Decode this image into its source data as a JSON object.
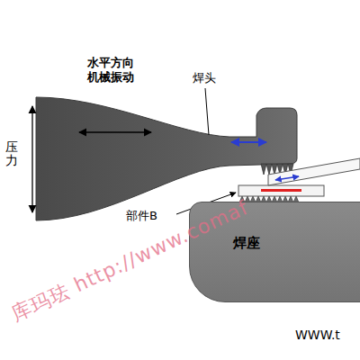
{
  "diagram": {
    "nodes": [
      {
        "text": [
          "焊座"
        ]
      }
    ],
    "labels": [
      "水平方向 机械振动",
      "焊头",
      "压力",
      "部件B",
      "WWW.t",
      "库玛珐 http://www.comaf"
    ]
  }
}
